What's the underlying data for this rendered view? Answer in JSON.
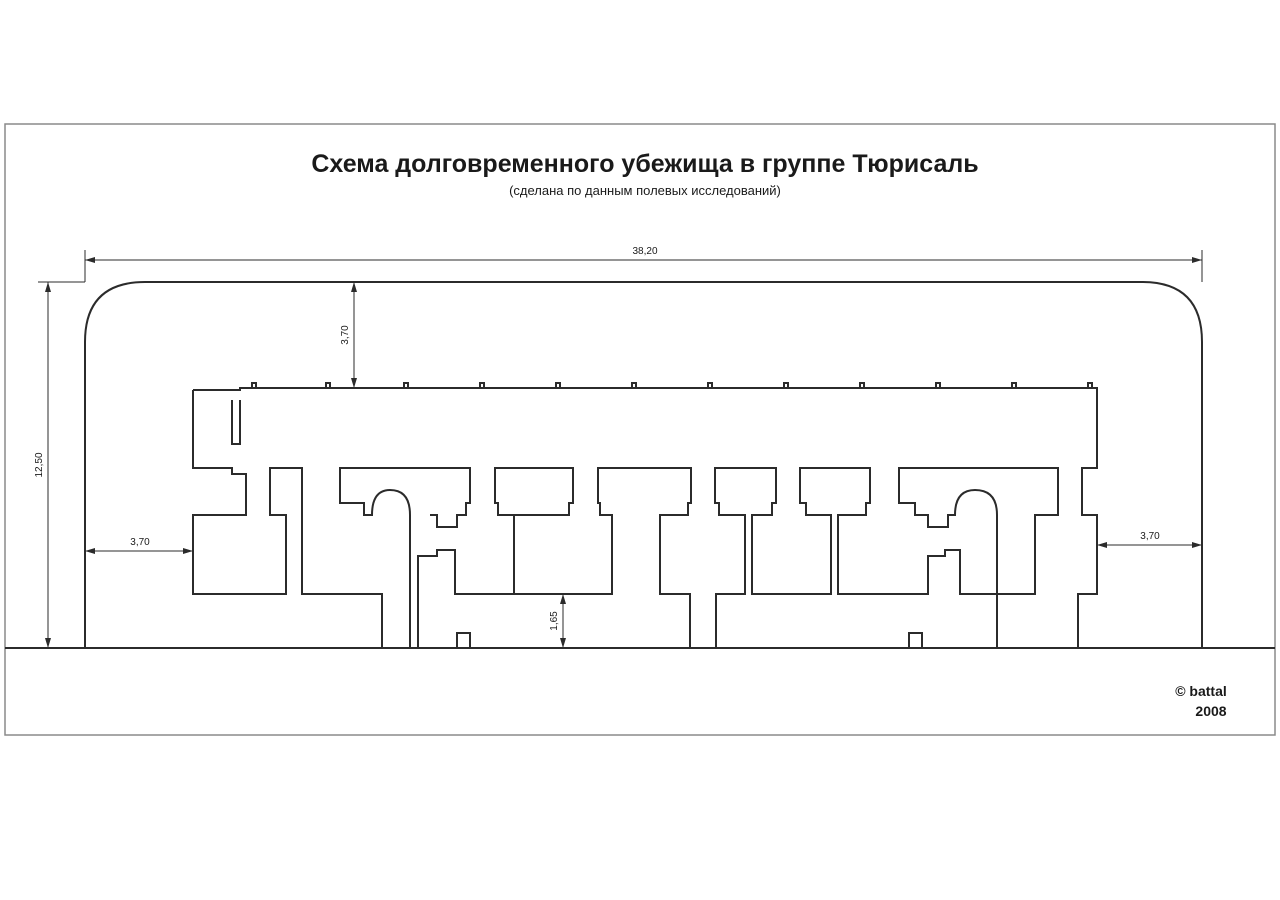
{
  "title": "Схема долговременного убежища в группе Тюрисаль",
  "subtitle": "(сделана по данным полевых исследований)",
  "dimensions": {
    "overall_length": "38,20",
    "overall_height": "12,50",
    "roof_thickness": "3,70",
    "left_wall": "3,70",
    "right_wall": "3,70",
    "bottom": "1,65"
  },
  "credit": {
    "author": "© battal",
    "year": "2008"
  }
}
